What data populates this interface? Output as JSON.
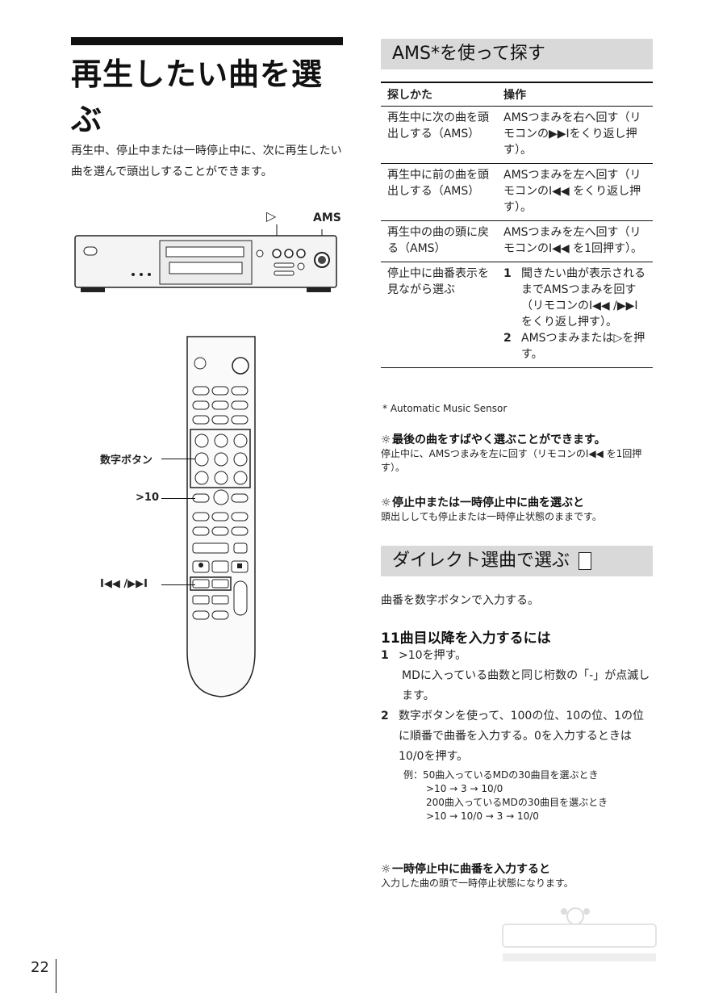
{
  "page": {
    "title": "再生したい曲を選ぶ",
    "intro": "再生中、停止中または一時停止中に、次に再生したい曲を選んで頭出しすることができます。",
    "page_number": "22"
  },
  "figure_labels": {
    "play_symbol": "▷",
    "ams": "AMS",
    "number_buttons": "数字ボタン",
    "gt10": ">10",
    "skip": "I◀◀ /▶▶I"
  },
  "ams_section": {
    "heading": "AMS*を使って探す",
    "col1": "探しかた",
    "col2": "操作",
    "rows": [
      {
        "how": "再生中に次の曲を頭出しする（AMS）",
        "op": "AMSつまみを右へ回す（リモコンの▶▶Iをくり返し押す）。"
      },
      {
        "how": "再生中に前の曲を頭出しする（AMS）",
        "op": "AMSつまみを左へ回す（リモコンのI◀◀ をくり返し押す）。"
      },
      {
        "how": "再生中の曲の頭に戻る（AMS）",
        "op": "AMSつまみを左へ回す（リモコンのI◀◀ を1回押す）。"
      }
    ],
    "last_row": {
      "how": "停止中に曲番表示を見ながら選ぶ",
      "step1_num": "1",
      "step1": "聞きたい曲が表示されるまでAMSつまみを回す（リモコンのI◀◀ /▶▶Iをくり返し押す）。",
      "step2_num": "2",
      "step2": "AMSつまみまたは▷を押す。"
    },
    "footnote": "* Automatic Music Sensor"
  },
  "tips": [
    {
      "title": "最後の曲をすばやく選ぶことができます。",
      "body": "停止中に、AMSつまみを左に回す（リモコンのI◀◀ を1回押す）。"
    },
    {
      "title": "停止中または一時停止中に曲を選ぶと",
      "body": "頭出ししても停止または一時停止状態のままです。"
    }
  ],
  "direct_section": {
    "heading": "ダイレクト選曲で選ぶ",
    "intro": "曲番を数字ボタンで入力する。",
    "sub_heading": "11曲目以降を入力するには",
    "step1_num": "1",
    "step1": ">10を押す。",
    "step1_note": "MDに入っている曲数と同じ桁数の「-」が点滅します。",
    "step2_num": "2",
    "step2": "数字ボタンを使って、100の位、10の位、1の位に順番で曲番を入力する。0を入力するときは10/0を押す。",
    "example_label": "例：50曲入っているMDの30曲目を選ぶとき",
    "example_seq1": ">10 → 3 → 10/0",
    "example_label2": "200曲入っているMDの30曲目を選ぶとき",
    "example_seq2": ">10 → 10/0 → 3 → 10/0",
    "tip_title": "一時停止中に曲番を入力すると",
    "tip_body": "入力した曲の頭で一時停止状態になります。"
  }
}
